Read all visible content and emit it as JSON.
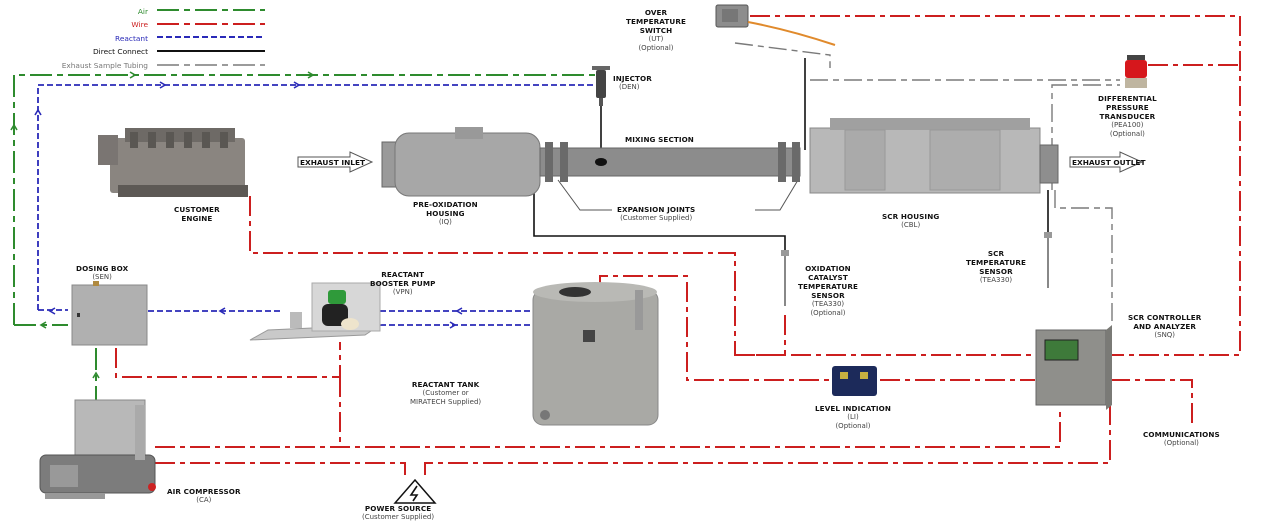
{
  "colors": {
    "air": "#2e8b2e",
    "wire": "#cc1f1f",
    "reactant": "#2a2ab8",
    "direct": "#111111",
    "tubing": "#7a7a7a"
  },
  "legend": [
    {
      "key": "air",
      "label": "Air"
    },
    {
      "key": "wire",
      "label": "Wire"
    },
    {
      "key": "reactant",
      "label": "Reactant"
    },
    {
      "key": "direct",
      "label": "Direct Connect"
    },
    {
      "key": "tubing",
      "label": "Exhaust Sample Tubing"
    }
  ],
  "components": {
    "over_temp_switch": {
      "title": [
        "OVER",
        "TEMPERATURE",
        "SWITCH"
      ],
      "sub": [
        "(UT)",
        "(Optional)"
      ]
    },
    "injector": {
      "title": [
        "INJECTOR"
      ],
      "sub": [
        "(DEN)"
      ]
    },
    "dpt": {
      "title": [
        "DIFFERENTIAL",
        "PRESSURE",
        "TRANSDUCER"
      ],
      "sub": [
        "(PEA100)",
        "(Optional)"
      ]
    },
    "engine": {
      "title": [
        "CUSTOMER",
        "ENGINE"
      ],
      "sub": []
    },
    "pre_ox": {
      "title": [
        "PRE-OXIDATION",
        "HOUSING"
      ],
      "sub": [
        "(IQ)"
      ]
    },
    "mixing": {
      "title": [
        "MIXING SECTION"
      ],
      "sub": []
    },
    "expansion": {
      "title": [
        "EXPANSION JOINTS"
      ],
      "sub": [
        "(Customer Supplied)"
      ]
    },
    "scr_housing": {
      "title": [
        "SCR HOUSING"
      ],
      "sub": [
        "(CBL)"
      ]
    },
    "scr_temp": {
      "title": [
        "SCR",
        "TEMPERATURE",
        "SENSOR"
      ],
      "sub": [
        "(TEA330)"
      ]
    },
    "ox_temp": {
      "title": [
        "OXIDATION",
        "CATALYST",
        "TEMPERATURE",
        "SENSOR"
      ],
      "sub": [
        "(TEA330)",
        "(Optional)"
      ]
    },
    "dosing_box": {
      "title": [
        "DOSING BOX"
      ],
      "sub": [
        "(SEN)"
      ]
    },
    "booster_pump": {
      "title": [
        "REACTANT",
        "BOOSTER PUMP"
      ],
      "sub": [
        "(VPN)"
      ]
    },
    "reactant_tank": {
      "title": [
        "REACTANT TANK"
      ],
      "sub": [
        "(Customer or",
        "MIRATECH Supplied)"
      ]
    },
    "level_ind": {
      "title": [
        "LEVEL INDICATION"
      ],
      "sub": [
        "(LI)",
        "(Optional)"
      ]
    },
    "controller": {
      "title": [
        "SCR CONTROLLER",
        "AND ANALYZER"
      ],
      "sub": [
        "(SNQ)"
      ]
    },
    "communications": {
      "title": [
        "COMMUNICATIONS"
      ],
      "sub": [
        "(Optional)"
      ]
    },
    "air_compressor": {
      "title": [
        "AIR COMPRESSOR"
      ],
      "sub": [
        "(CA)"
      ]
    },
    "power_source": {
      "title": [
        "POWER SOURCE"
      ],
      "sub": [
        "(Customer Supplied)"
      ]
    }
  },
  "flow_labels": {
    "exhaust_inlet": "EXHAUST INLET",
    "exhaust_outlet": "EXHAUST OUTLET"
  }
}
